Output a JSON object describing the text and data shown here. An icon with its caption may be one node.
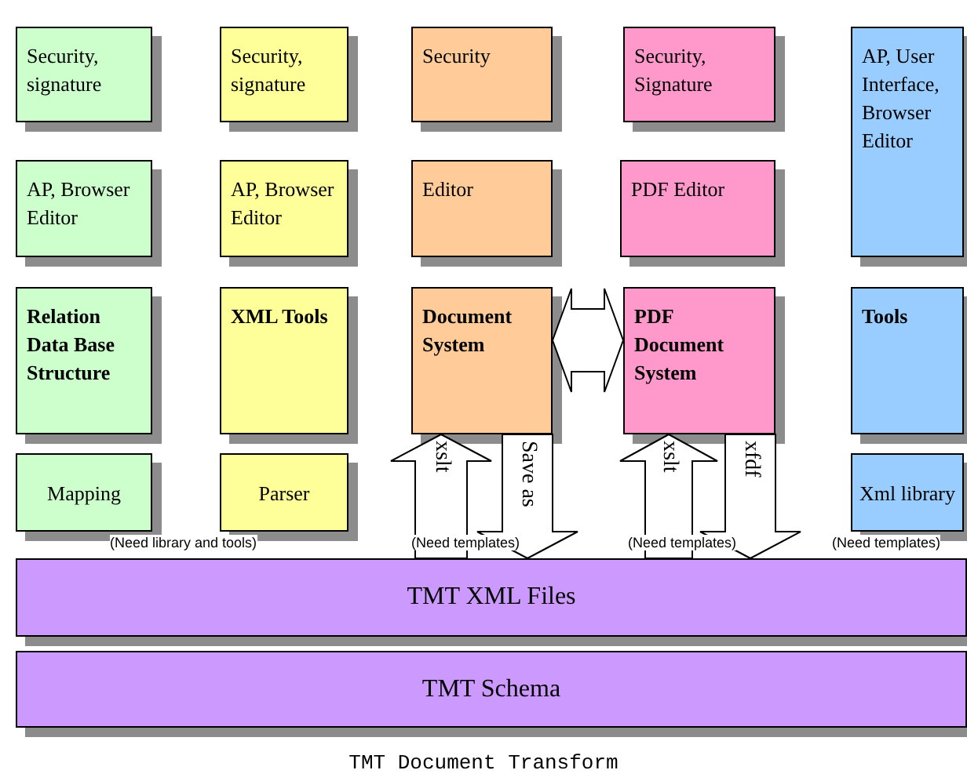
{
  "diagram": {
    "caption": "TMT Document Transform",
    "nodes": [
      {
        "text": [
          "Security, signature"
        ]
      },
      {
        "text": [
          "Security, signature"
        ]
      },
      {
        "text": [
          "Security"
        ]
      },
      {
        "text": [
          "Security, Signature"
        ]
      },
      {
        "text": [
          "AP, User Interface, Browser Editor"
        ]
      },
      {
        "text": [
          "AP, Browser Editor"
        ]
      },
      {
        "text": [
          "AP, Browser Editor"
        ]
      },
      {
        "text": [
          "Editor"
        ]
      },
      {
        "text": [
          "PDF Editor"
        ]
      },
      {
        "text": [
          "Relation Data Base Structure"
        ]
      },
      {
        "text": [
          "XML Tools"
        ]
      },
      {
        "text": [
          "Document System"
        ]
      },
      {
        "text": [
          "PDF Document System"
        ]
      },
      {
        "text": [
          "Tools"
        ]
      },
      {
        "text": [
          "Mapping"
        ]
      },
      {
        "text": [
          "Parser"
        ]
      },
      {
        "text": [
          "Xml library"
        ]
      },
      {
        "text": [
          "TMT XML Files"
        ]
      },
      {
        "text": [
          "TMT Schema"
        ]
      }
    ],
    "edges": [
      {
        "from": 11,
        "to": 12,
        "arrow": "both"
      },
      {
        "from": 17,
        "to": 11,
        "arrow": "to",
        "label": "xslt"
      },
      {
        "from": 11,
        "to": 17,
        "arrow": "to",
        "label": "Save as"
      },
      {
        "from": 17,
        "to": 12,
        "arrow": "to",
        "label": "xslt"
      },
      {
        "from": 12,
        "to": 17,
        "arrow": "to",
        "label": "xfdf"
      }
    ],
    "labels": [
      "(Need library and tools)",
      "(Need templates)",
      "(Need templates)",
      "(Need templates)"
    ]
  }
}
